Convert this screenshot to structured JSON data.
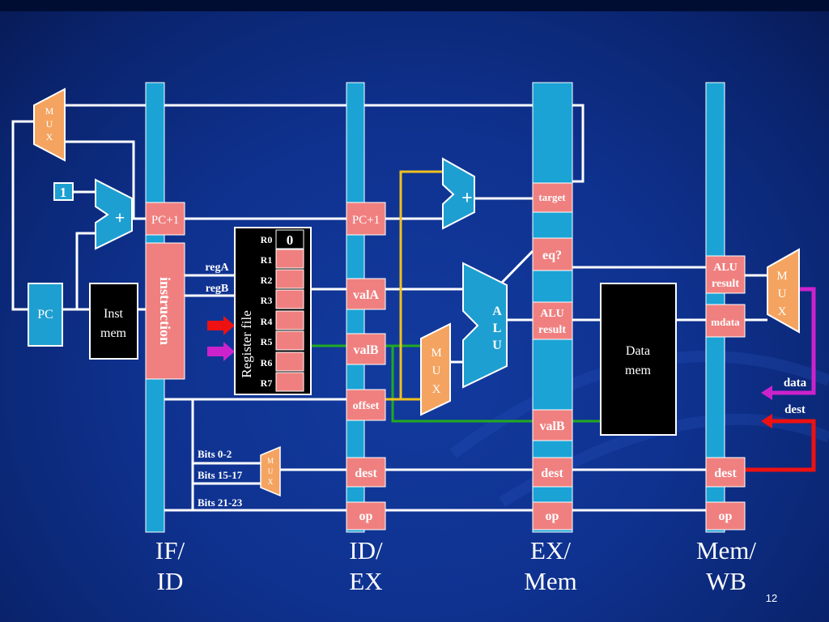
{
  "slide_number": "12",
  "stages": {
    "if_id": {
      "line1": "IF/",
      "line2": "ID"
    },
    "id_ex": {
      "line1": "ID/",
      "line2": "EX"
    },
    "ex_mem": {
      "line1": "EX/",
      "line2": "Mem"
    },
    "mem_wb": {
      "line1": "Mem/",
      "line2": "WB"
    }
  },
  "fetch": {
    "mux": [
      "M",
      "U",
      "X"
    ],
    "const_one": "1",
    "adder": "+",
    "pc": "PC",
    "inst_mem": [
      "Inst",
      "mem"
    ]
  },
  "if_id_reg": {
    "pc_plus_1": "PC+1",
    "instruction": "instruction"
  },
  "decode": {
    "regA": "regA",
    "regB": "regB",
    "register_file": "Register file",
    "registers": [
      "R0",
      "R1",
      "R2",
      "R3",
      "R4",
      "R5",
      "R6",
      "R7"
    ],
    "r0_value": "0",
    "bits": [
      "Bits 0-2",
      "Bits 15-17",
      "Bits 21-23"
    ],
    "dest_mux": [
      "M",
      "U",
      "X"
    ]
  },
  "id_ex_reg": {
    "pc_plus_1": "PC+1",
    "valA": "valA",
    "valB": "valB",
    "offset": "offset",
    "dest": "dest",
    "op": "op"
  },
  "execute": {
    "adder": "+",
    "alu": [
      "A",
      "L",
      "U"
    ],
    "mux": [
      "M",
      "U",
      "X"
    ]
  },
  "ex_mem_reg": {
    "target": "target",
    "eq": "eq?",
    "alu_result": [
      "ALU",
      "result"
    ],
    "valB": "valB",
    "dest": "dest",
    "op": "op"
  },
  "memory": {
    "data_mem": [
      "Data",
      "mem"
    ]
  },
  "mem_wb_reg": {
    "alu_result": [
      "ALU",
      "result"
    ],
    "mdata": "mdata",
    "dest": "dest",
    "op": "op"
  },
  "writeback": {
    "mux": [
      "M",
      "U",
      "X"
    ],
    "data": "data",
    "dest": "dest"
  },
  "colors": {
    "background": "#0f3290",
    "pipeline_register": "#1ba3d6",
    "field_box": "#f08080",
    "unit_fill": "#1e9fd1",
    "mux_fill": "#f4a460",
    "wire": "#ffffff",
    "wire_green": "#22aa22",
    "wire_yellow": "#f0c020",
    "arrow_red": "#ee1111",
    "arrow_magenta": "#cc22cc"
  }
}
